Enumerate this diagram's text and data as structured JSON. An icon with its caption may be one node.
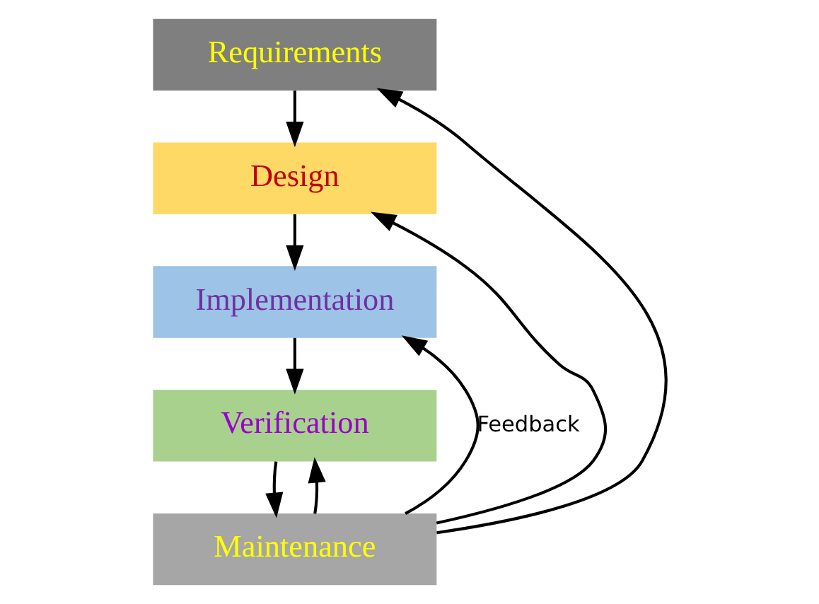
{
  "diagram": {
    "nodes": [
      {
        "text": [
          "Requirements"
        ]
      },
      {
        "text": [
          "Design"
        ]
      },
      {
        "text": [
          "Implementation"
        ]
      },
      {
        "text": [
          "Verification"
        ]
      },
      {
        "text": [
          "Maintenance"
        ]
      }
    ],
    "edges": [
      {
        "from": 0,
        "to": 1,
        "arrow": "to"
      },
      {
        "from": 1,
        "to": 2,
        "arrow": "to"
      },
      {
        "from": 2,
        "to": 3,
        "arrow": "to"
      },
      {
        "from": 3,
        "to": 4,
        "arrow": "to"
      },
      {
        "from": 4,
        "to": 3,
        "arrow": "to"
      },
      {
        "from": 4,
        "to": 2,
        "arrow": "to",
        "label": "Feedback"
      },
      {
        "from": 4,
        "to": 1,
        "arrow": "to"
      },
      {
        "from": 4,
        "to": 0,
        "arrow": "to"
      }
    ]
  }
}
